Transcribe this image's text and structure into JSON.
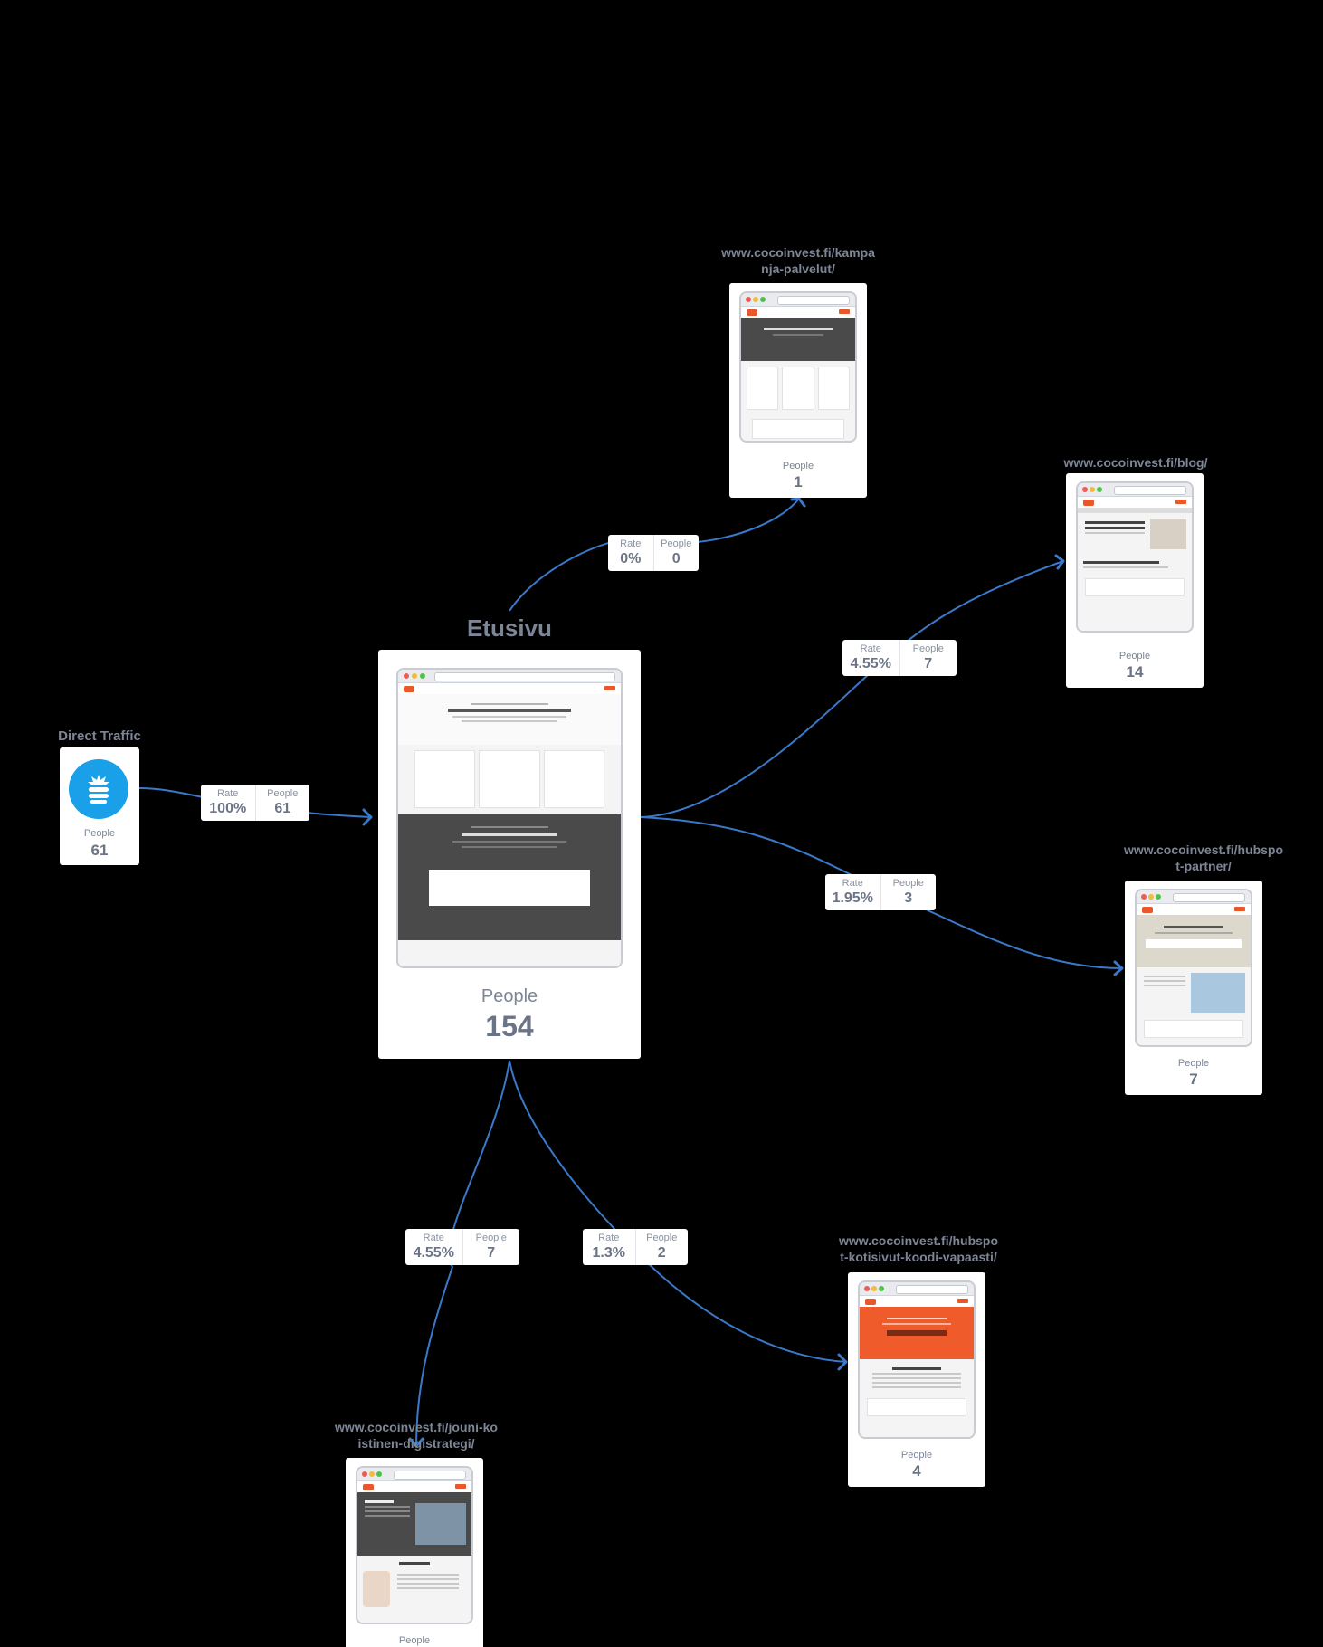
{
  "colors": {
    "edge": "#3a79c9",
    "background": "#000000",
    "card": "#ffffff",
    "text": "#7d8696",
    "accent": "#ef5b2b"
  },
  "source": {
    "title": "Direct Traffic",
    "icon": "direct-traffic-icon",
    "people_label": "People",
    "people": "61"
  },
  "main": {
    "title": "Etusivu",
    "people_label": "People",
    "people": "154"
  },
  "pages": [
    {
      "id": "kampanja",
      "title_line1": "www.cocoinvest.fi/kampa",
      "title_line2": "nja-palvelut/",
      "people_label": "People",
      "people": "1"
    },
    {
      "id": "blog",
      "title_line1": "www.cocoinvest.fi/blog/",
      "title_line2": "",
      "people_label": "People",
      "people": "14"
    },
    {
      "id": "hubspot-partner",
      "title_line1": "www.cocoinvest.fi/hubspo",
      "title_line2": "t-partner/",
      "people_label": "People",
      "people": "7"
    },
    {
      "id": "hubspot-kotisivut",
      "title_line1": "www.cocoinvest.fi/hubspo",
      "title_line2": "t-kotisivut-koodi-vapaasti/",
      "people_label": "People",
      "people": "4"
    },
    {
      "id": "jouni",
      "title_line1": "www.cocoinvest.fi/jouni-ko",
      "title_line2": "istinen-digistrategi/",
      "people_label": "People",
      "people": ""
    }
  ],
  "edges": [
    {
      "id": "direct-main",
      "rate_label": "Rate",
      "rate": "100%",
      "people_label": "People",
      "people": "61"
    },
    {
      "id": "main-kampanja",
      "rate_label": "Rate",
      "rate": "0%",
      "people_label": "People",
      "people": "0"
    },
    {
      "id": "main-blog",
      "rate_label": "Rate",
      "rate": "4.55%",
      "people_label": "People",
      "people": "7"
    },
    {
      "id": "main-hubspot-partner",
      "rate_label": "Rate",
      "rate": "1.95%",
      "people_label": "People",
      "people": "3"
    },
    {
      "id": "main-jouni",
      "rate_label": "Rate",
      "rate": "4.55%",
      "people_label": "People",
      "people": "7"
    },
    {
      "id": "main-hubspot-kotisivut",
      "rate_label": "Rate",
      "rate": "1.3%",
      "people_label": "People",
      "people": "2"
    }
  ]
}
